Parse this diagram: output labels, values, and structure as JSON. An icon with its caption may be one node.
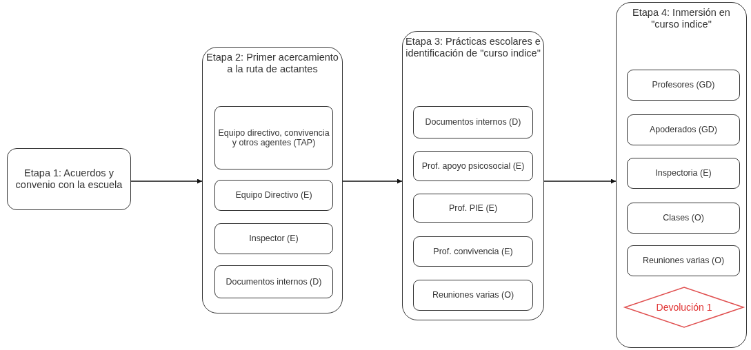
{
  "diagram": {
    "nodes": [
      {
        "text": [
          "Etapa 1: Acuerdos y convenio con la escuela"
        ]
      },
      {
        "text": [
          "Etapa 2: Primer acercamiento a la ruta de actantes"
        ]
      },
      {
        "text": [
          "Equipo directivo, convivencia y otros agentes (TAP)"
        ],
        "in": 1
      },
      {
        "text": [
          "Equipo Directivo (E)"
        ],
        "in": 1
      },
      {
        "text": [
          "Inspector (E)"
        ],
        "in": 1
      },
      {
        "text": [
          "Documentos internos (D)"
        ],
        "in": 1
      },
      {
        "text": [
          "Etapa 3: Prácticas escolares e identificación de \"curso indice\""
        ]
      },
      {
        "text": [
          "Documentos internos (D)"
        ],
        "in": 6
      },
      {
        "text": [
          "Prof. apoyo psicosocial (E)"
        ],
        "in": 6
      },
      {
        "text": [
          "Prof. PIE (E)"
        ],
        "in": 6
      },
      {
        "text": [
          "Prof. convivencia (E)"
        ],
        "in": 6
      },
      {
        "text": [
          "Reuniones varias (O)"
        ],
        "in": 6
      },
      {
        "text": [
          "Etapa 4: Inmersión en \"curso indice\""
        ]
      },
      {
        "text": [
          "Profesores (GD)"
        ],
        "in": 12
      },
      {
        "text": [
          "Apoderados (GD)"
        ],
        "in": 12
      },
      {
        "text": [
          "Inspectoria (E)"
        ],
        "in": 12
      },
      {
        "text": [
          "Clases (O)"
        ],
        "in": 12
      },
      {
        "text": [
          "Reuniones varias (O)"
        ],
        "in": 12
      },
      {
        "text": [
          "Devolución 1"
        ],
        "in": 12
      }
    ],
    "edges": [
      {
        "from": 0,
        "to": 1,
        "arrow": "to"
      },
      {
        "from": 1,
        "to": 6,
        "arrow": "to"
      },
      {
        "from": 6,
        "to": 12,
        "arrow": "to"
      }
    ]
  }
}
